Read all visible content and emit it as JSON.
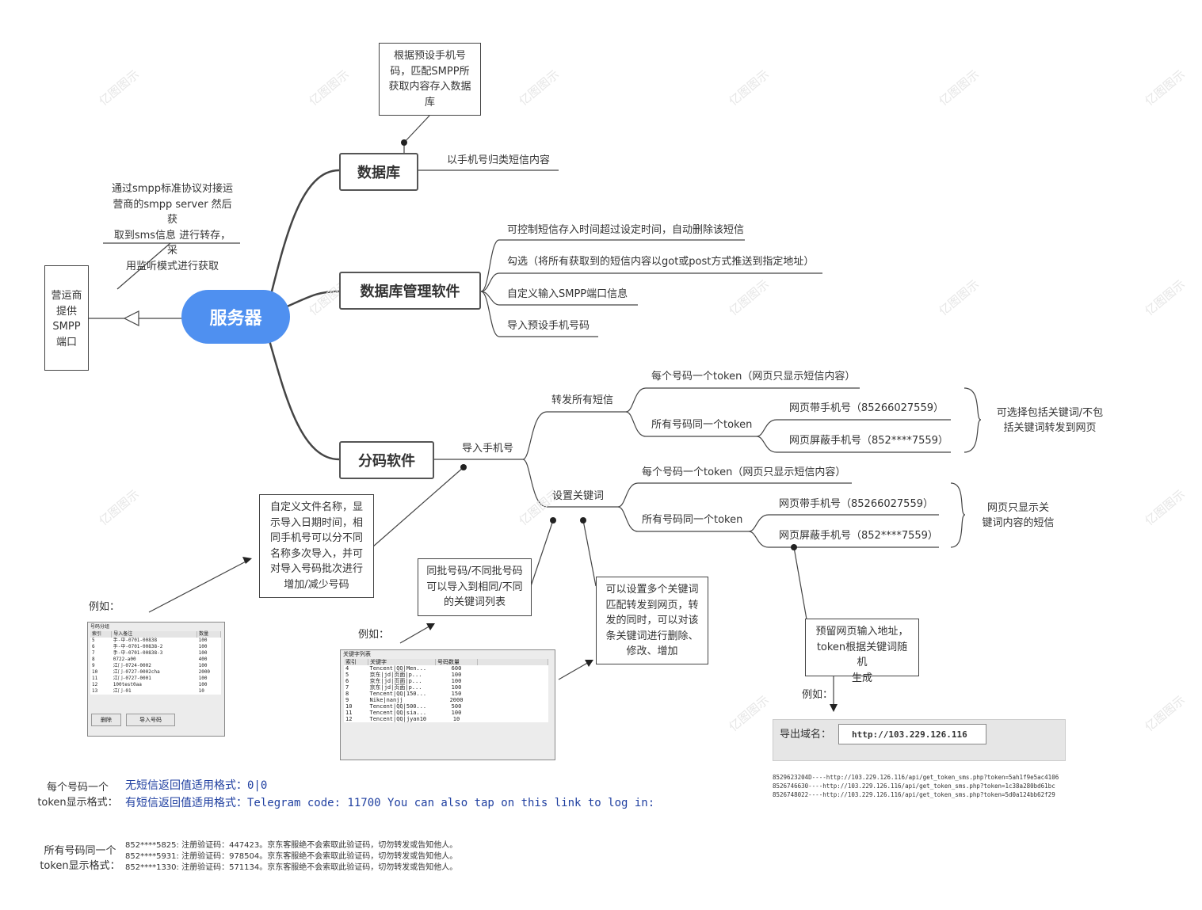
{
  "center": "服务器",
  "left_box": "营运商\n提供\nSMPP\n端口",
  "left_note": "通过smpp标准协议对接运\n营商的smpp server 然后获\n取到sms信息 进行转存，采\n用监听模式进行获取",
  "top_box": "根据预设手机号\n码，匹配SMPP所\n获取内容存入数据\n库",
  "branches": {
    "database": {
      "title": "数据库",
      "item": "以手机号归类短信内容"
    },
    "manage": {
      "title": "数据库管理软件",
      "items": [
        "可控制短信存入时间超过设定时间，自动删除该短信",
        "勾选（将所有获取到的短信内容以got或post方式推送到指定地址）",
        "自定义输入SMPP端口信息",
        "导入预设手机号码"
      ]
    },
    "split": {
      "title": "分码软件",
      "import_label": "导入手机号",
      "forward_all": "转发所有短信",
      "forward_each": "每个号码一个token（网页只显示短信内容）",
      "forward_same": "所有号码同一个token",
      "forward_with": "网页带手机号（85266027559）",
      "forward_mask": "网页屏蔽手机号（852****7559）",
      "forward_note": "可选择包括关键词/不包\n括关键词转发到网页",
      "keyword": "设置关键词",
      "kw_each": "每个号码一个token（网页只显示短信内容）",
      "kw_same": "所有号码同一个token",
      "kw_with": "网页带手机号（85266027559）",
      "kw_mask": "网页屏蔽手机号（852****7559）",
      "kw_note": "网页只显示关\n键词内容的短信"
    }
  },
  "notes": {
    "import_desc": "自定义文件名称，显\n示导入日期时间，相\n同手机号可以分不同\n名称多次导入，并可\n对导入号码批次进行\n增加/减少号码",
    "batch_desc": "同批号码/不同批号码\n可以导入到相同/不同\n的关键词列表",
    "multi_kw_desc": "可以设置多个关键词\n匹配转发到网页，转\n发的同时，可以对该\n条关键词进行删除、\n修改、增加",
    "token_desc": "预留网页输入地址，\ntoken根据关键词随机\n生成"
  },
  "example_label": "例如：",
  "import_window": {
    "title": "号码分组",
    "headers": [
      "索引",
      "导入备注",
      "数量"
    ],
    "rows": [
      [
        "5",
        "手-中-0701-00838",
        "100"
      ],
      [
        "6",
        "手-中-0701-00838-2",
        "100"
      ],
      [
        "7",
        "手-中-0701-00838-3",
        "100"
      ],
      [
        "8",
        "0722-a00",
        "400"
      ],
      [
        "9",
        "江门-0724-0002",
        "100"
      ],
      [
        "10",
        "江门-0727-0002cha",
        "2000"
      ],
      [
        "11",
        "江门-0727-0001",
        "100"
      ],
      [
        "12",
        "100test0aa",
        "100"
      ],
      [
        "13",
        "江门-01",
        "10"
      ]
    ],
    "btn_delete": "删除",
    "btn_import": "导入号码"
  },
  "keyword_window": {
    "title": "关键字列表",
    "headers": [
      "索引",
      "关键字",
      "号码数量"
    ],
    "rows": [
      [
        "4",
        "Tencent|QQ|Men...",
        "600"
      ],
      [
        "5",
        "京东|jd|页面|p...",
        "100"
      ],
      [
        "6",
        "京东|jd|页面|p...",
        "100"
      ],
      [
        "7",
        "京东|jd|页面|p...",
        "100"
      ],
      [
        "8",
        "Tencent|QQ|150...",
        "150"
      ],
      [
        "9",
        "Nike|nanjj",
        "2000"
      ],
      [
        "10",
        "Tencent|QQ|500...",
        "500"
      ],
      [
        "11",
        "Tencent|QQ|sia...",
        "100"
      ],
      [
        "12",
        "Tencent|QQ|jyan10",
        "10"
      ]
    ]
  },
  "export": {
    "label": "导出域名：",
    "value": "http://103.229.126.116",
    "lines": [
      "8529623204D----http://103.229.126.116/api/get_token_sms.php?token=5ah1f9e5ac4106",
      "8526746630----http://103.229.126.116/api/get_token_sms.php?token=1c38a280bd61bc",
      "8526748022----http://103.229.126.116/api/get_token_sms.php?token=5d0a124bb62f29"
    ]
  },
  "format1": {
    "label": "每个号码一个\ntoken显示格式：",
    "line1": "无短信返回值适用格式：0|0",
    "line2": "有短信返回值适用格式：Telegram code: 11700 You can also tap on this link to log in:"
  },
  "format2": {
    "label": "所有号码同一个\ntoken显示格式：",
    "lines": [
      "852****5825: 注册验证码：447423。京东客服绝不会索取此验证码，切勿转发或告知他人。",
      "852****5931: 注册验证码：978504。京东客服绝不会索取此验证码，切勿转发或告知他人。",
      "852****1330: 注册验证码：571134。京东客服绝不会索取此验证码，切勿转发或告知他人。"
    ]
  },
  "watermark": "亿图图示",
  "colors": {
    "center": "#4f90f0",
    "format_text": "#1f3fa0",
    "line": "#444444"
  }
}
